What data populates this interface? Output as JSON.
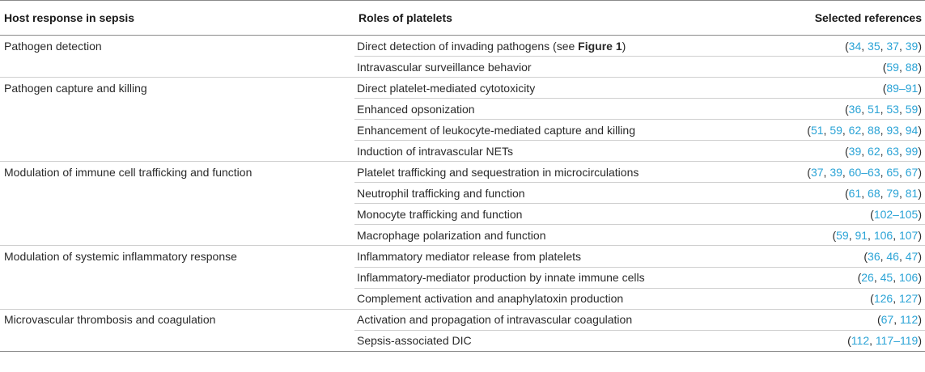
{
  "headers": {
    "host_response": "Host response in sepsis",
    "roles": "Roles of platelets",
    "references": "Selected references"
  },
  "rows": [
    {
      "host": "Pathogen detection",
      "role_pre": "Direct detection of invading pathogens (see ",
      "role_bold": "Figure 1",
      "role_post": ")",
      "refs": [
        "34",
        "35",
        "37",
        "39"
      ]
    },
    {
      "host": "",
      "role_pre": "Intravascular surveillance behavior",
      "role_bold": "",
      "role_post": "",
      "refs": [
        "59",
        "88"
      ]
    },
    {
      "host": "Pathogen capture and killing",
      "role_pre": "Direct platelet-mediated cytotoxicity",
      "role_bold": "",
      "role_post": "",
      "refs": [
        "89–91"
      ]
    },
    {
      "host": "",
      "role_pre": "Enhanced opsonization",
      "role_bold": "",
      "role_post": "",
      "refs": [
        "36",
        "51",
        "53",
        "59"
      ]
    },
    {
      "host": "",
      "role_pre": "Enhancement of leukocyte-mediated capture and killing",
      "role_bold": "",
      "role_post": "",
      "refs": [
        "51",
        "59",
        "62",
        "88",
        "93",
        "94"
      ]
    },
    {
      "host": "",
      "role_pre": "Induction of intravascular NETs",
      "role_bold": "",
      "role_post": "",
      "refs": [
        "39",
        "62",
        "63",
        "99"
      ]
    },
    {
      "host": "Modulation of immune cell trafficking and function",
      "role_pre": "Platelet trafficking and sequestration in microcirculations",
      "role_bold": "",
      "role_post": "",
      "refs": [
        "37",
        "39",
        "60–63",
        "65",
        "67"
      ]
    },
    {
      "host": "",
      "role_pre": "Neutrophil trafficking and function",
      "role_bold": "",
      "role_post": "",
      "refs": [
        "61",
        "68",
        "79",
        "81"
      ]
    },
    {
      "host": "",
      "role_pre": "Monocyte trafficking and function",
      "role_bold": "",
      "role_post": "",
      "refs": [
        "102–105"
      ]
    },
    {
      "host": "",
      "role_pre": "Macrophage polarization and function",
      "role_bold": "",
      "role_post": "",
      "refs": [
        "59",
        "91",
        "106",
        "107"
      ]
    },
    {
      "host": "Modulation of systemic inflammatory response",
      "role_pre": "Inflammatory mediator release from platelets",
      "role_bold": "",
      "role_post": "",
      "refs": [
        "36",
        "46",
        "47"
      ]
    },
    {
      "host": "",
      "role_pre": "Inflammatory-mediator production by innate immune cells",
      "role_bold": "",
      "role_post": "",
      "refs": [
        "26",
        "45",
        "106"
      ]
    },
    {
      "host": "",
      "role_pre": "Complement activation and anaphylatoxin production",
      "role_bold": "",
      "role_post": "",
      "refs": [
        "126",
        "127"
      ]
    },
    {
      "host": "Microvascular thrombosis and coagulation",
      "role_pre": "Activation and propagation of intravascular coagulation",
      "role_bold": "",
      "role_post": "",
      "refs": [
        "67",
        "112"
      ]
    },
    {
      "host": "",
      "role_pre": "Sepsis-associated DIC",
      "role_bold": "",
      "role_post": "",
      "refs": [
        "112",
        "117–119"
      ]
    }
  ],
  "colors": {
    "reference_link": "#2aa3d6",
    "text": "#2a2a2a",
    "rule": "#8a8a8a",
    "inner_rule": "#cfcfcf"
  }
}
